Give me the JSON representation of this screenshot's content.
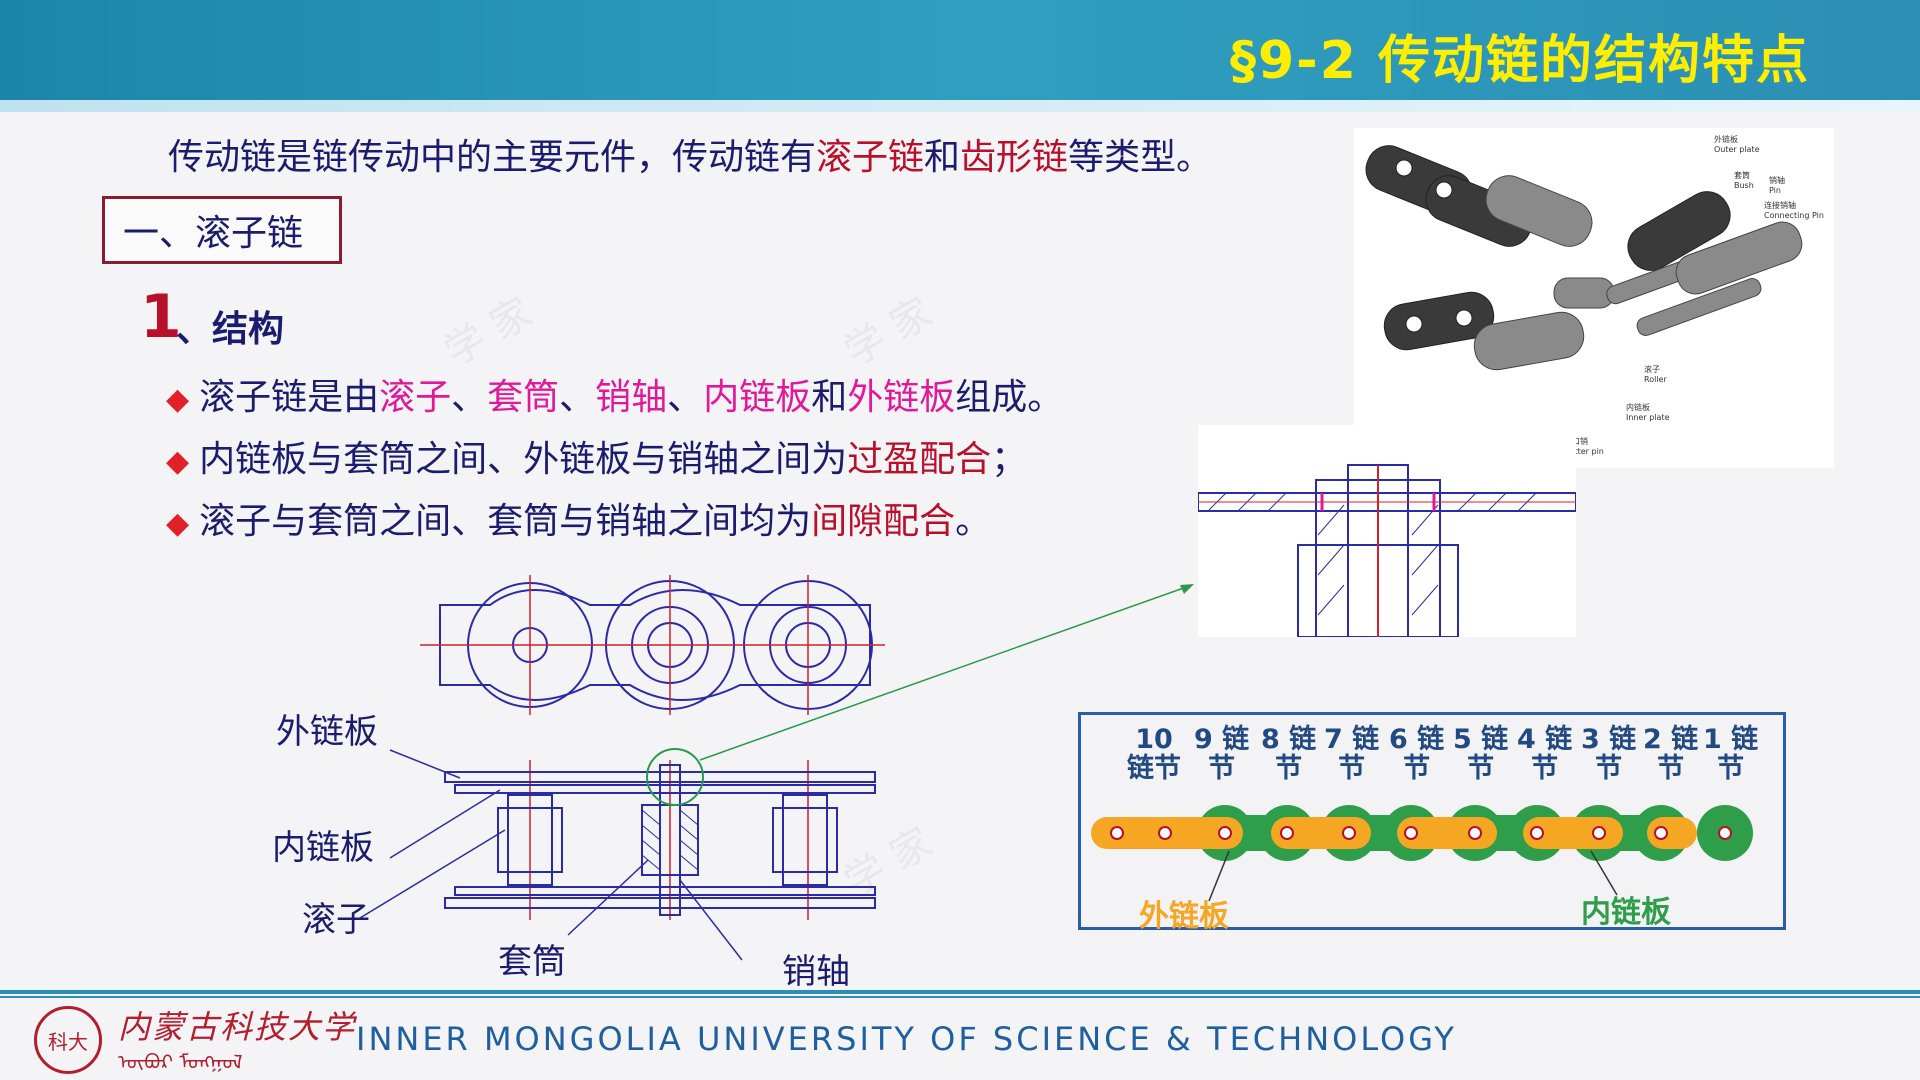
{
  "header": {
    "title": "§9-2 传动链的结构特点"
  },
  "intro": {
    "before": "传动链是链传动中的主要元件，传动链有",
    "roller": "滚子链",
    "and": "和",
    "tooth": "齿形链",
    "after": "等类型。"
  },
  "section": {
    "label": "一、滚子链"
  },
  "subsection": {
    "num": "1",
    "label": "、结构"
  },
  "bullets": [
    {
      "parts": [
        "滚子链是由",
        "滚子",
        "、",
        "套筒",
        "、",
        "销轴",
        "、",
        "内链板",
        "和",
        "外链板",
        "组成。"
      ]
    },
    {
      "parts": [
        "内链板与套筒之间、外链板与销轴之间为",
        "过盈配合",
        "；"
      ]
    },
    {
      "parts": [
        "滚子与套筒之间、套筒与销轴之间均为",
        "间隙配合",
        "。"
      ]
    }
  ],
  "bullet_symbol": "◆",
  "diagram_labels": {
    "outer_plate": "外链板",
    "inner_plate": "内链板",
    "roller": "滚子",
    "bush": "套筒",
    "pin": "销轴"
  },
  "photo_labels": {
    "outer_plate_cn": "外链板",
    "outer_plate_en": "Outer plate",
    "bush_cn": "套筒",
    "bush_en": "Bush",
    "pin_cn": "销轴",
    "pin_en": "Pin",
    "conn_cn": "连接销轴",
    "conn_en": "Connecting Pin",
    "roller_cn": "滚子",
    "roller_en": "Roller",
    "inner_cn": "内链板",
    "inner_en": "Inner plate",
    "cotter_cn": "开口销",
    "cotter_en": "Cotter pin"
  },
  "chain_counts": {
    "pitches": [
      "10\n链节",
      "9 链\n节",
      "8 链\n节",
      "7 链\n节",
      "6 链\n节",
      "5 链\n节",
      "4 链\n节",
      "3 链\n节",
      "2 链\n节",
      "1 链\n节"
    ],
    "outer_label": "外链板",
    "inner_label": "内链板"
  },
  "footer": {
    "logo_text": "科大",
    "cn_name": "内蒙古科技大学",
    "mongol_script": "ᠥᠪᠦᠷ ᠮᠣᠩᠭᠣᠯ",
    "en_name": "INNER MONGOLIA UNIVERSITY OF SCIENCE & TECHNOLOGY"
  },
  "colors": {
    "header": "#2b8fb3",
    "title": "#ffee00",
    "text": "#1c1c6e",
    "red": "#b8102a",
    "magenta": "#e0189a",
    "outer_plate": "#f5a623",
    "inner_plate": "#2e9e4a"
  }
}
